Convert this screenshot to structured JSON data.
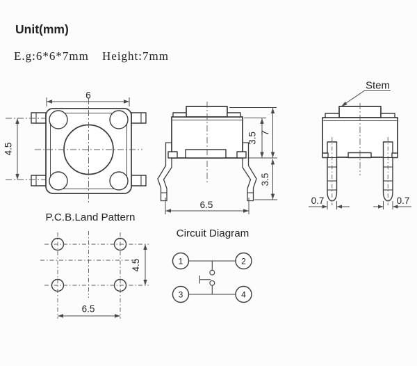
{
  "colors": {
    "line": "#3a3a3a",
    "dimension": "#4a4a4a",
    "text": "#222222",
    "background": "#fcfcfc"
  },
  "header": {
    "unit_label": "Unit(mm)",
    "example_note": "E.g:6*6*7mm",
    "height_note": "Height:7mm"
  },
  "top_view": {
    "dim_body_width": "6",
    "dim_lead_row_pitch": "4.5"
  },
  "side_view": {
    "dim_body_height": "3.5",
    "dim_total_height": "7",
    "dim_lead_length": "3.5",
    "dim_lead_span": "6.5"
  },
  "front_view": {
    "stem_label": "Stem",
    "dim_lead_width_left": "0.7",
    "dim_lead_width_right": "0.7"
  },
  "pcb_land_pattern": {
    "title": "P.C.B.Land Pattern",
    "dim_row_pitch": "4.5",
    "dim_col_pitch": "6.5"
  },
  "circuit_diagram": {
    "title": "Circuit Diagram",
    "terminals": [
      "1",
      "2",
      "3",
      "4"
    ]
  }
}
